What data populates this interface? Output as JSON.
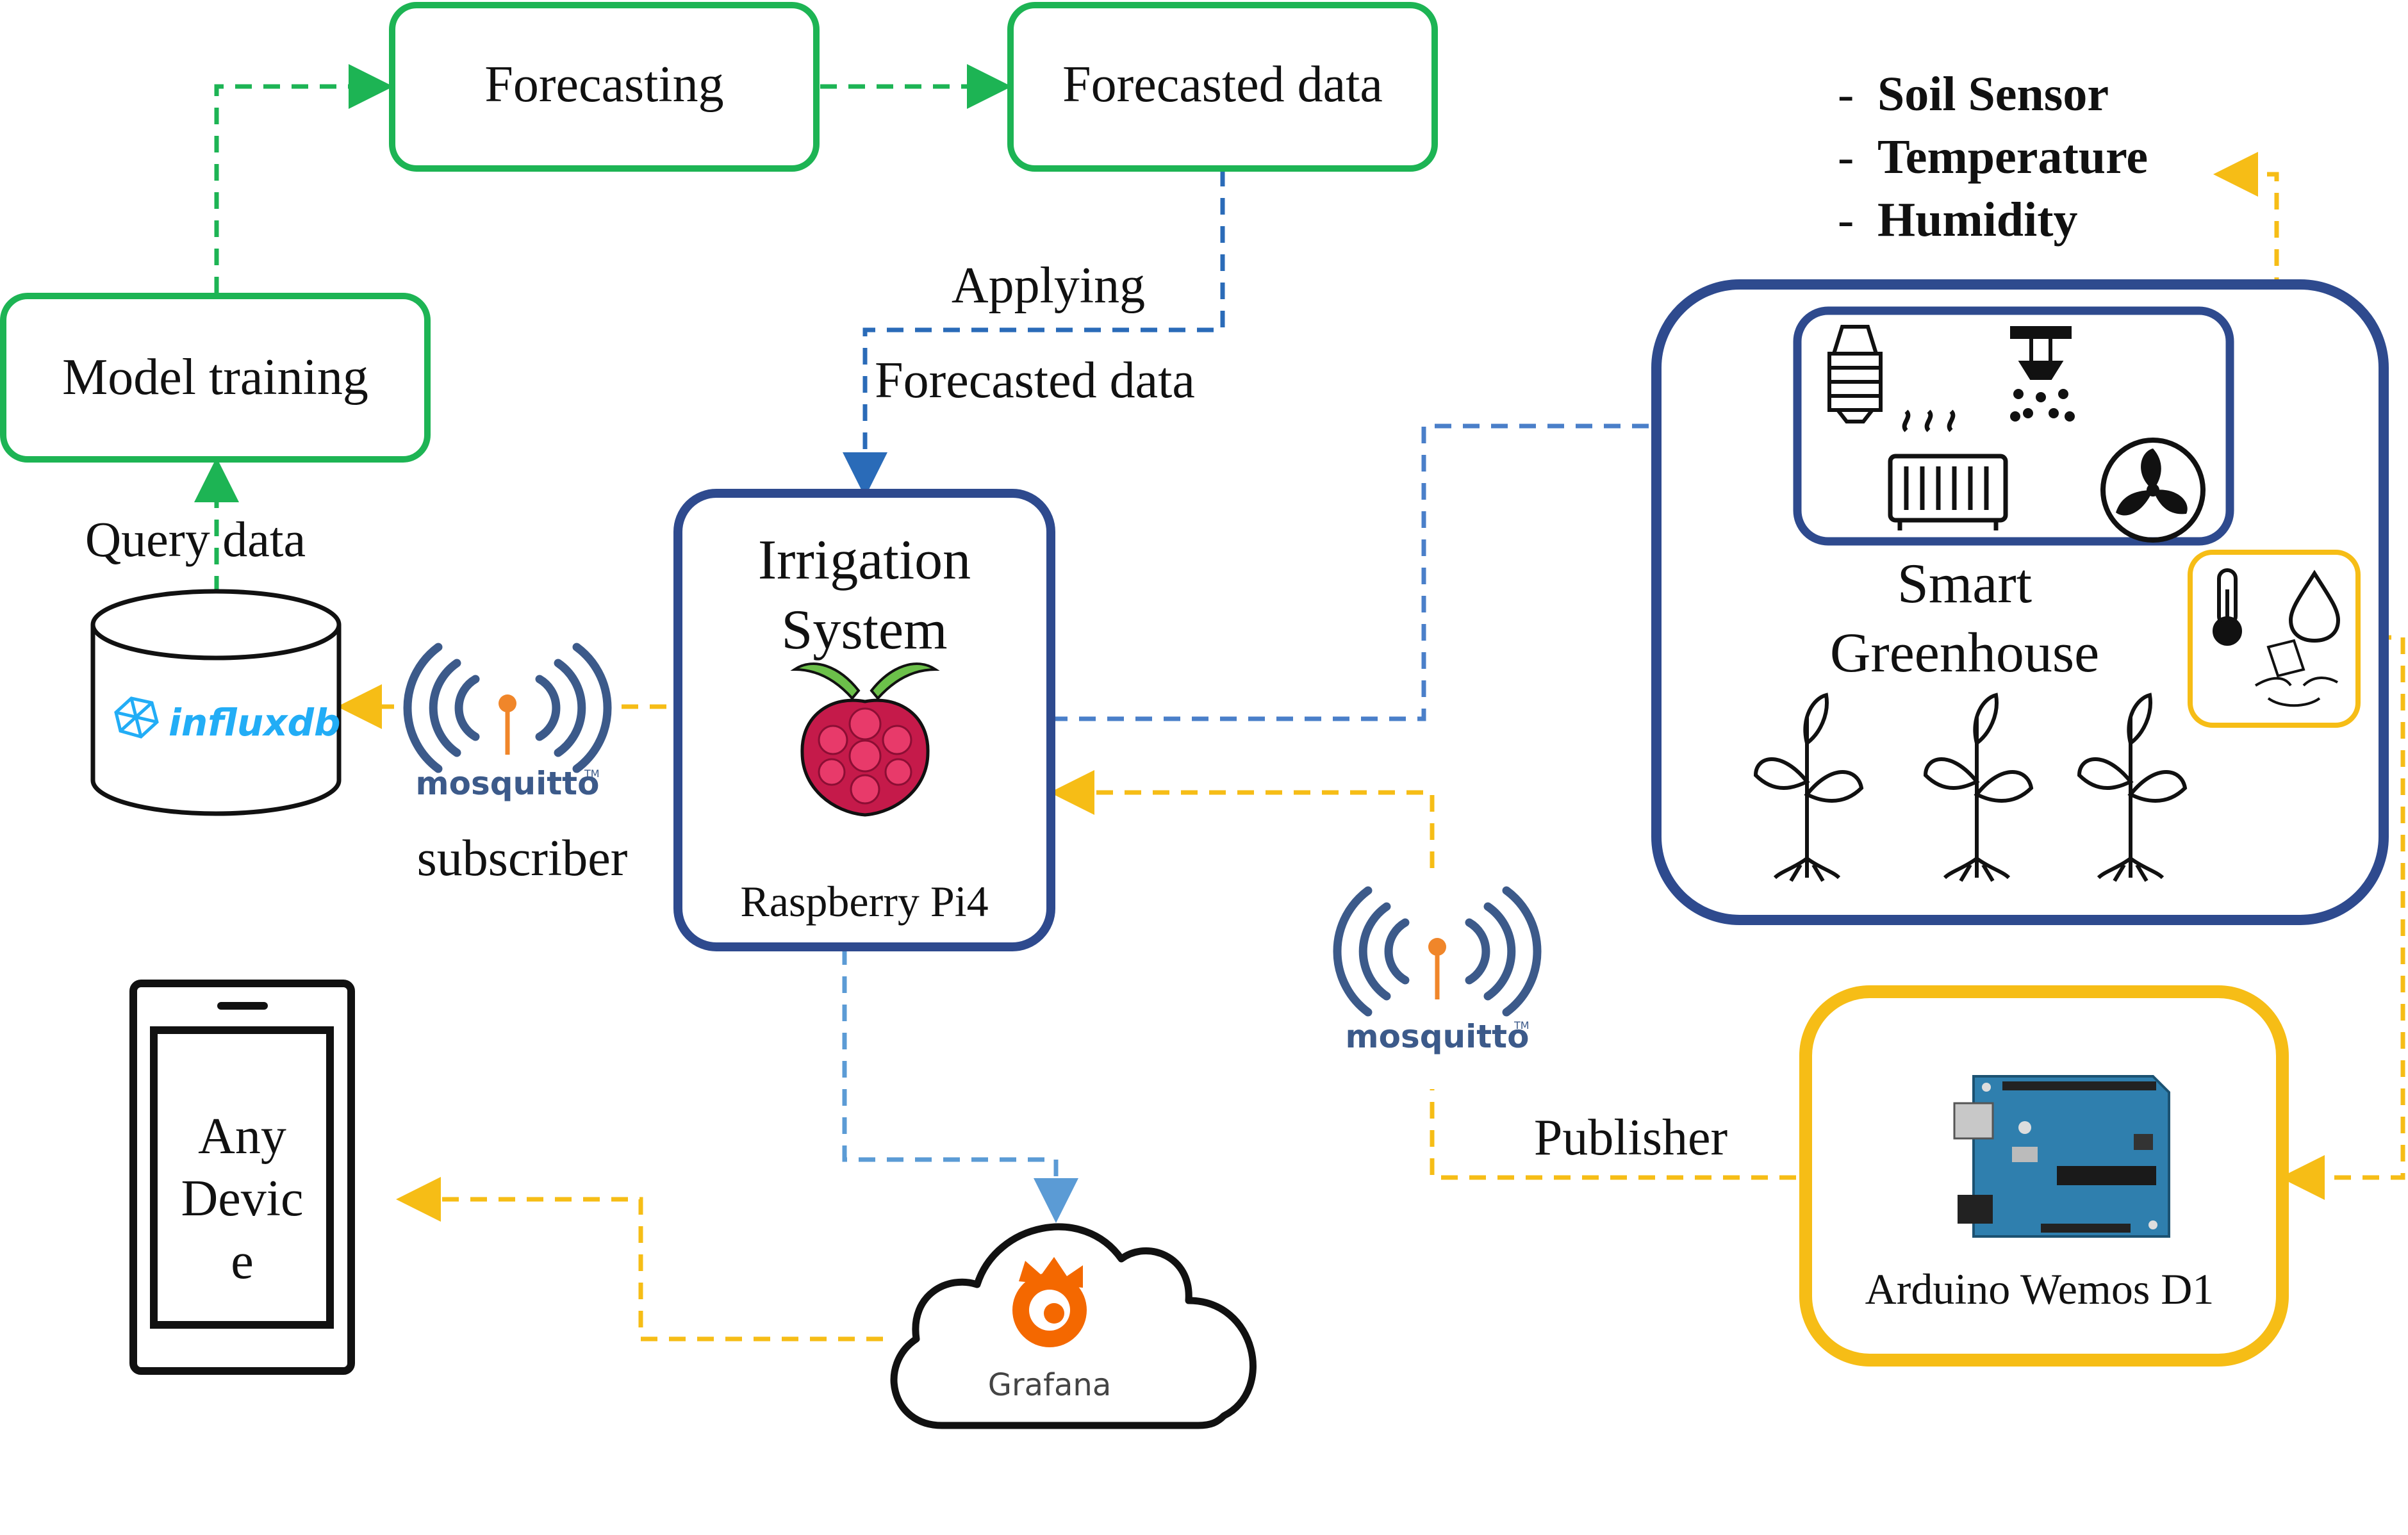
{
  "boxes": {
    "forecasting": "Forecasting",
    "forecasted_data": "Forecasted data",
    "model_training": "Model training",
    "irrigation_line1": "Irrigation",
    "irrigation_line2": "System",
    "raspberry_pi": "Raspberry Pi4",
    "smart_line1": "Smart",
    "smart_line2": "Greenhouse",
    "arduino": "Arduino Wemos D1",
    "device_line1": "Any",
    "device_line2": "Devic",
    "device_line3": "e"
  },
  "labels": {
    "query_data": "Query data",
    "applying": "Applying",
    "forecasted_data_arrow": "Forecasted data",
    "subscriber": "subscriber",
    "publisher": "Publisher"
  },
  "sensors": {
    "dash": "-",
    "items": [
      "Soil Sensor",
      "Temperature",
      "Humidity"
    ]
  },
  "logos": {
    "influxdb": "influxdb",
    "mosquitto_left": "mosquitto",
    "mosquitto_right": "mosquitto",
    "trademark": "TM",
    "grafana": "Grafana"
  },
  "colors": {
    "green": "#1db454",
    "navy": "#2e4a8e",
    "yellow": "#f6bd16",
    "blue_dashed": "#4a7fc9",
    "light_blue_dashed": "#5b9bd5",
    "mosquitto_navy": "#3c5a8a",
    "mosquitto_orange": "#f0862a",
    "influx_blue": "#22adf6",
    "grafana_orange": "#f46800",
    "raspberry_red": "#c51a4a",
    "raspberry_green": "#6cc04a"
  }
}
